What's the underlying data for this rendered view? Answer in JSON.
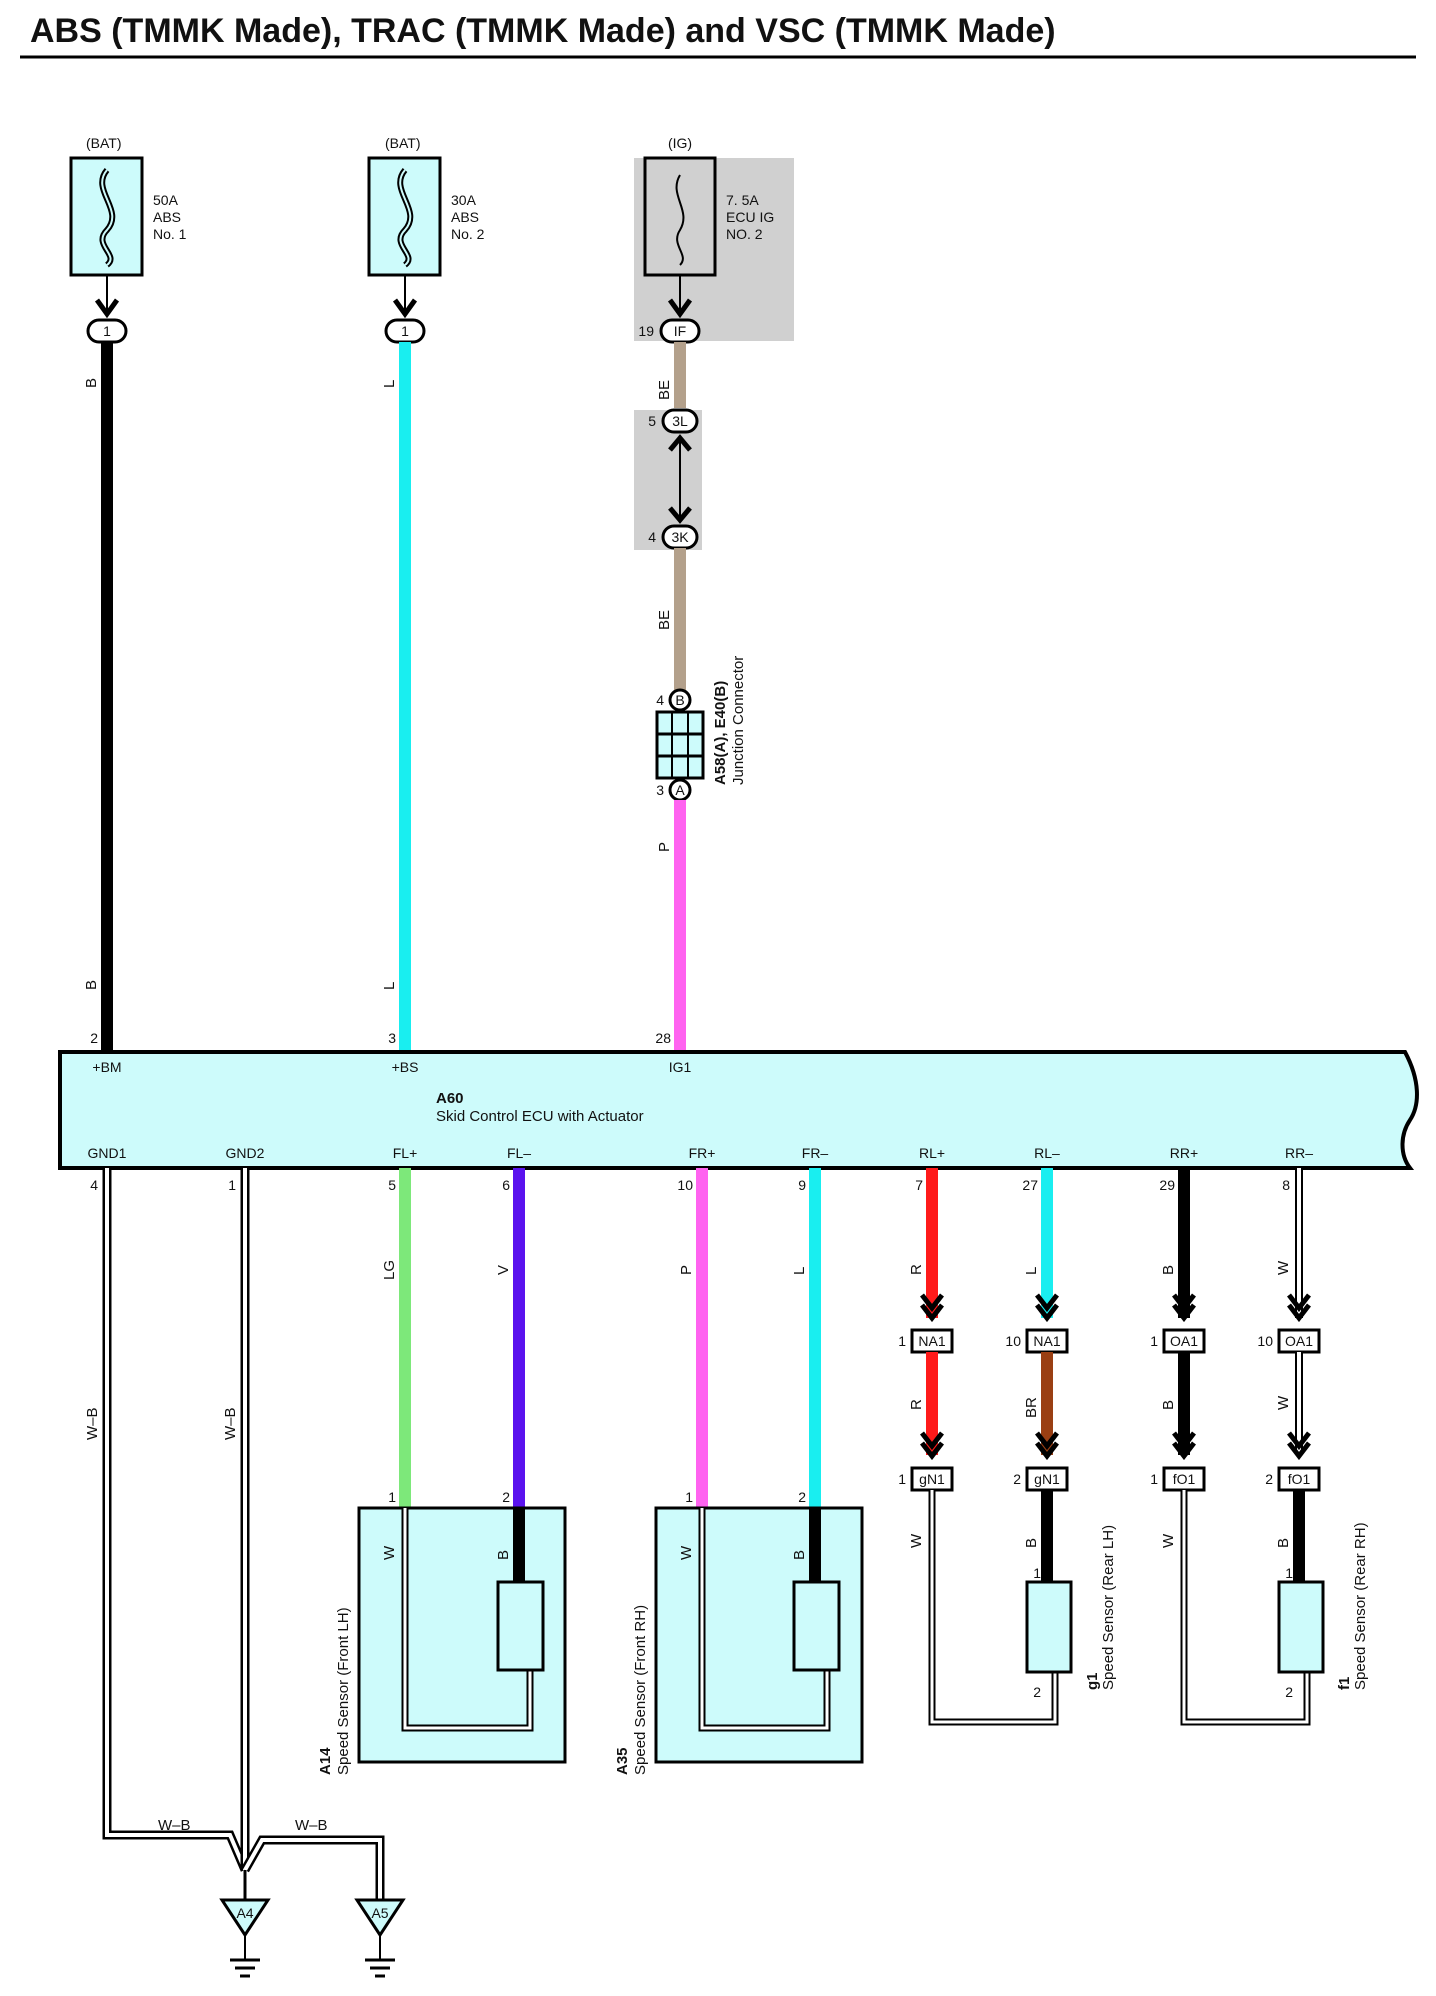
{
  "title": "ABS (TMMK Made), TRAC (TMMK Made) and VSC (TMMK Made)",
  "colors": {
    "wire_B": "#000000",
    "wire_L": "#19eef0",
    "wire_BE": "#b3a08b",
    "wire_P": "#ff63f0",
    "wire_LG": "#7de87a",
    "wire_V": "#5a12ee",
    "wire_R": "#ff1a1a",
    "wire_BR": "#9a3f13",
    "wire_W": "#ffffff",
    "component_fill": "#cdfbfb",
    "shade": "#d0d0d0"
  },
  "fuses": [
    {
      "source": "(BAT)",
      "amp": "50A",
      "name": "ABS",
      "num": "No. 1",
      "conn": "1",
      "wire": "B"
    },
    {
      "source": "(BAT)",
      "amp": "30A",
      "name": "ABS",
      "num": "No. 2",
      "conn": "1",
      "wire": "L"
    },
    {
      "source": "(IG)",
      "amp": "7. 5A",
      "name": "ECU IG",
      "num": "NO. 2",
      "conn": "IF",
      "pin": "19",
      "wire": "BE"
    }
  ],
  "junction": {
    "c1": "3L",
    "c1_pin": "5",
    "c2": "3K",
    "c2_pin": "4",
    "jc_b": "B",
    "jc_b_pin": "4",
    "jc_a": "A",
    "jc_a_pin": "3",
    "jc_label": "A58(A), E40(B)",
    "jc_desc": "Junction Connector",
    "wire_be": "BE",
    "wire_p": "P"
  },
  "ecu": {
    "id": "A60",
    "name": "Skid Control ECU with Actuator",
    "top_pins": [
      {
        "pin": "2",
        "name": "+BM",
        "wire": "B"
      },
      {
        "pin": "3",
        "name": "+BS",
        "wire": "L"
      },
      {
        "pin": "28",
        "name": "IG1",
        "wire": ""
      }
    ],
    "bottom_pins": [
      {
        "pin": "4",
        "name": "GND1"
      },
      {
        "pin": "1",
        "name": "GND2"
      },
      {
        "pin": "5",
        "name": "FL+"
      },
      {
        "pin": "6",
        "name": "FL–"
      },
      {
        "pin": "10",
        "name": "FR+"
      },
      {
        "pin": "9",
        "name": "FR–"
      },
      {
        "pin": "7",
        "name": "RL+"
      },
      {
        "pin": "27",
        "name": "RL–"
      },
      {
        "pin": "29",
        "name": "RR+"
      },
      {
        "pin": "8",
        "name": "RR–"
      }
    ]
  },
  "wire_labels": {
    "fl_plus": "LG",
    "fl_minus": "V",
    "fr_plus": "P",
    "fr_minus": "L",
    "rl_plus": "R",
    "rl_minus": "L",
    "rr_plus": "B",
    "rr_minus": "W",
    "rl_plus2": "R",
    "rl_minus2": "BR",
    "rr_plus2": "B",
    "rr_minus2": "W",
    "gnd1": "W–B",
    "gnd2": "W–B",
    "gnd_h1": "W–B",
    "gnd_h2": "W–B",
    "sensor_w": "W",
    "sensor_b": "B"
  },
  "connectors": {
    "na1": "NA1",
    "oa1": "OA1",
    "gn1": "gN1",
    "fo1": "fO1",
    "na1_pin_a": "1",
    "na1_pin_b": "10",
    "oa1_pin_a": "1",
    "oa1_pin_b": "10",
    "gn1_pin_a": "1",
    "gn1_pin_b": "2",
    "fo1_pin_a": "1",
    "fo1_pin_b": "2"
  },
  "sensors": {
    "front_lh": {
      "id": "A14",
      "name": "Speed Sensor (Front LH)",
      "pin1": "1",
      "pin2": "2"
    },
    "front_rh": {
      "id": "A35",
      "name": "Speed Sensor (Front RH)",
      "pin1": "1",
      "pin2": "2"
    },
    "rear_lh": {
      "id": "g1",
      "name": "Speed Sensor (Rear LH)",
      "pin1": "1",
      "pin2": "2"
    },
    "rear_rh": {
      "id": "f1",
      "name": "Speed Sensor (Rear RH)",
      "pin1": "1",
      "pin2": "2"
    }
  },
  "grounds": [
    {
      "id": "A4"
    },
    {
      "id": "A5"
    }
  ]
}
